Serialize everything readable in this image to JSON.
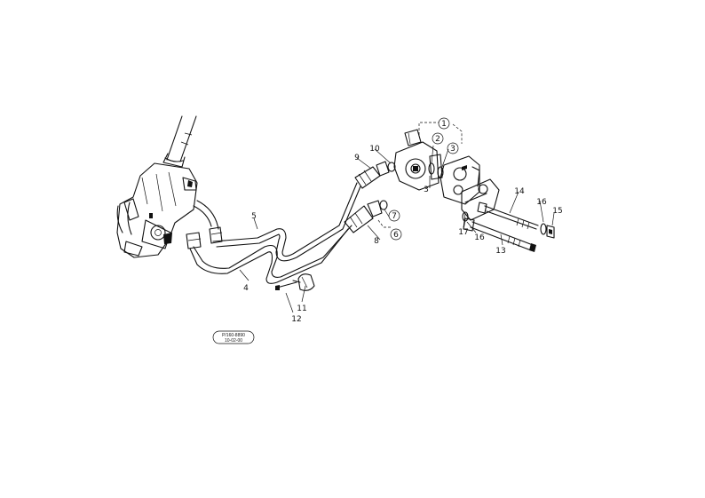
{
  "callouts": {
    "c1": "1",
    "c2": "2",
    "c3": "3",
    "c3b": "3",
    "c4": "4",
    "c5": "5",
    "c6": "6",
    "c7": "7",
    "c8": "8",
    "c9": "9",
    "c10": "10",
    "c11": "11",
    "c12": "12",
    "c13": "13",
    "c14": "14",
    "c15": "15",
    "c16a": "16",
    "c16b": "16",
    "c17": "17"
  },
  "reference": {
    "line1": "P/160-8890",
    "line2": "10-02-00"
  }
}
